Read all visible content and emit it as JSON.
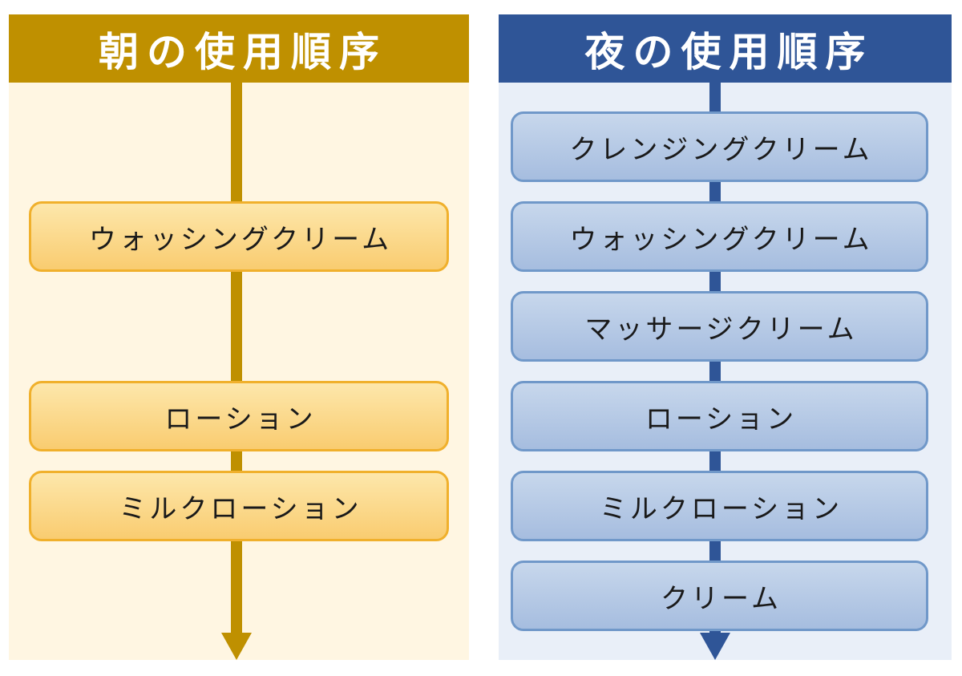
{
  "colors": {
    "morning_accent": "#BF9000",
    "morning_panel_bg": "#FFF6E2",
    "morning_box_border": "#F0B02C",
    "morning_box_gradient_top": "#FDE7AB",
    "morning_box_gradient_bottom": "#F9CC70",
    "night_accent": "#2F5597",
    "night_panel_bg": "#E9EFF8",
    "night_box_border": "#7098C9",
    "night_box_gradient_top": "#C7D7EC",
    "night_box_gradient_bottom": "#A6BDDF",
    "title_text": "#FFFFFF",
    "step_text": "#1A1A1A"
  },
  "morning": {
    "title": "朝の使用順序",
    "steps": [
      "ウォッシングクリーム",
      "ローション",
      "ミルクローション"
    ]
  },
  "night": {
    "title": "夜の使用順序",
    "steps": [
      "クレンジングクリーム",
      "ウォッシングクリーム",
      "マッサージクリーム",
      "ローション",
      "ミルクローション",
      "クリーム"
    ]
  }
}
